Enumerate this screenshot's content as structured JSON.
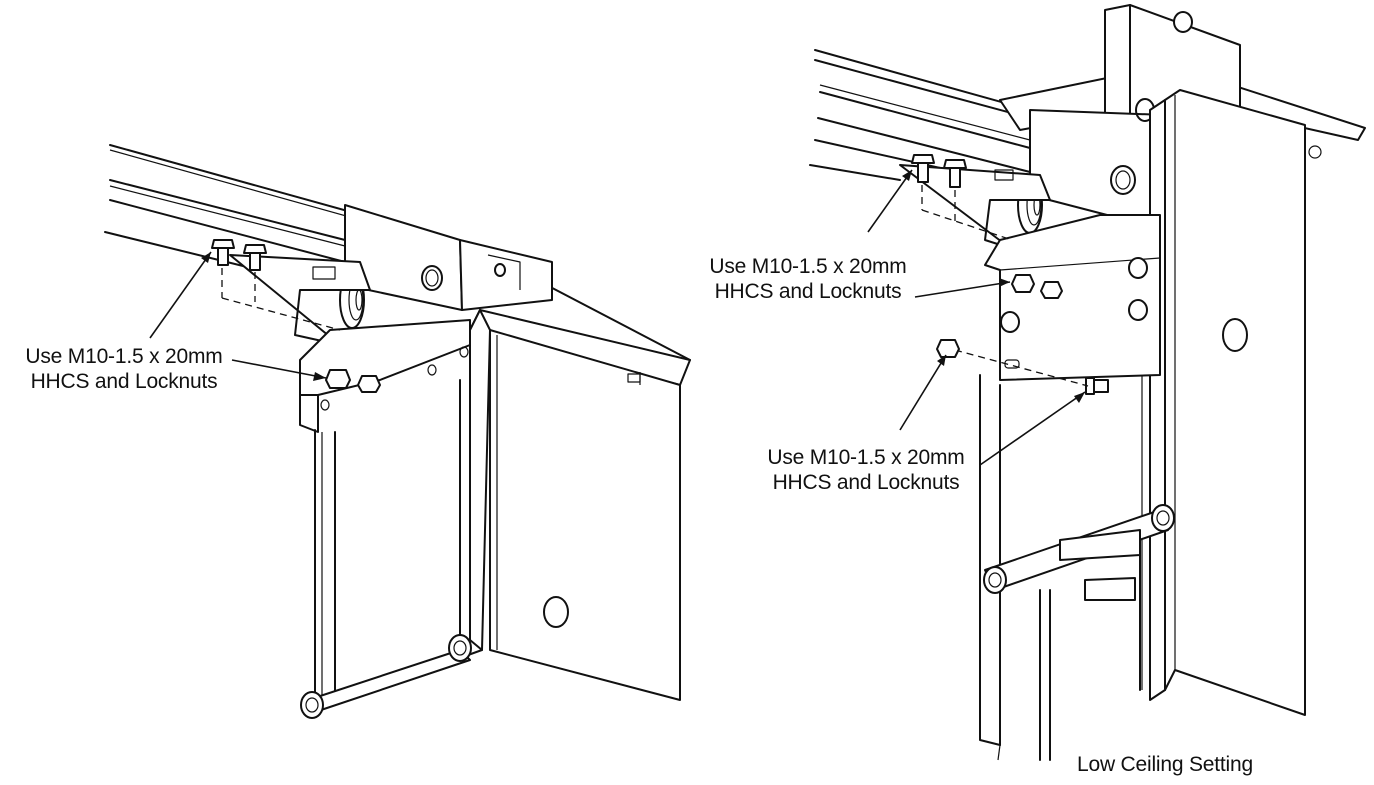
{
  "callouts": {
    "left": {
      "line1": "Use M10-1.5 x 20mm",
      "line2": "HHCS and Locknuts"
    },
    "right_top": {
      "line1": "Use M10-1.5 x 20mm",
      "line2": "HHCS and Locknuts"
    },
    "right_middle": {
      "line1": "Use M10-1.5 x 20mm",
      "line2": "HHCS and Locknuts"
    }
  },
  "caption": "Low Ceiling Setting"
}
